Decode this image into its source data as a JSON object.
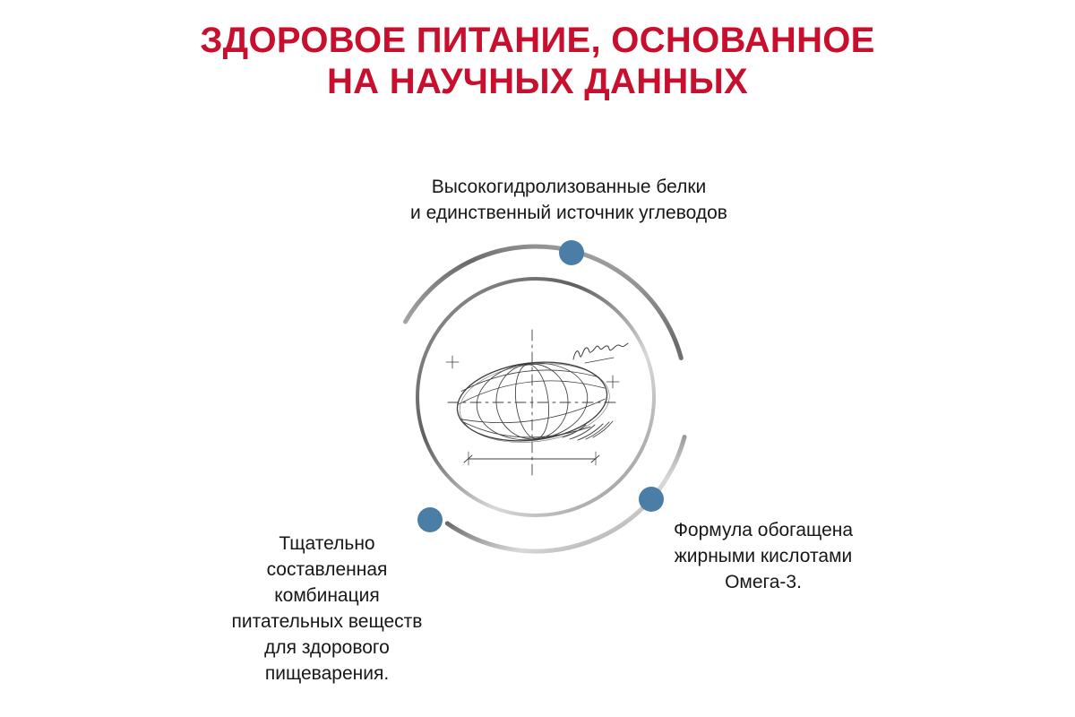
{
  "background": "#ffffff",
  "header": {
    "title_line1": "ЗДОРОВОЕ ПИТАНИЕ, ОСНОВАННОЕ",
    "title_line2": "НА НАУЧНЫХ ДАННЫХ",
    "title_color": "#c8102e"
  },
  "diagram": {
    "center_icon": "kibble-technical-sketch-icon",
    "marker_color": "#4b7ea6",
    "ring_color_dark": "#646464",
    "ring_color_light": "#d9d9d9",
    "sketch_stroke_color": "#3d3d3d"
  },
  "callouts": {
    "top": {
      "line1": "Высокогидролизованные белки",
      "line2": "и единственный источник углеводов"
    },
    "bottom_left": {
      "line1": "Тщательно",
      "line2": "составленная",
      "line3": "комбинация",
      "line4": "питательных веществ",
      "line5": "для здорового",
      "line6": "пищеварения."
    },
    "bottom_right": {
      "line1": "Формула обогащена",
      "line2": "жирными кислотами",
      "line3": "Омега-3."
    }
  }
}
